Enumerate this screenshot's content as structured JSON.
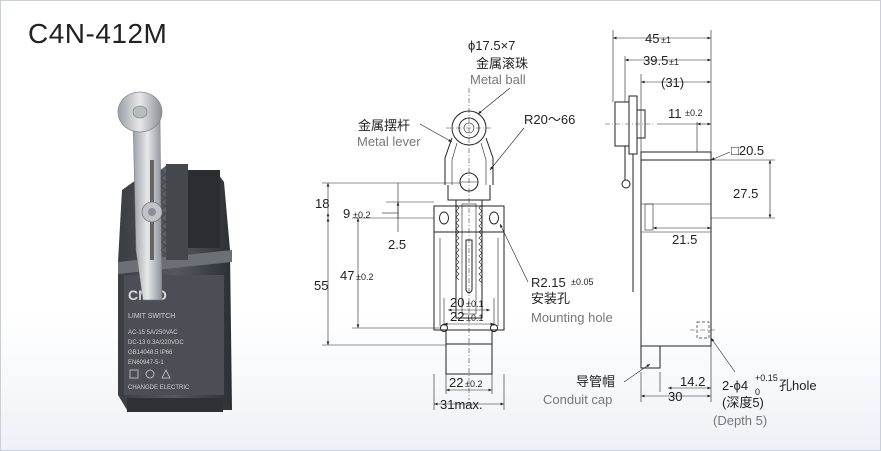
{
  "model": "C4N-412M",
  "photo": {
    "brand": "CNTD",
    "label_lines": [
      "LIMIT SWITCH",
      "AC-15 5A/250VAC",
      "DC-13 0.3A/220VDC",
      "GB14048.5 IP66",
      "EN60947-5-1"
    ],
    "maker": "CHANGDE ELECTRIC"
  },
  "front_view": {
    "ball_cn": "金属滚珠",
    "ball_en": "Metal ball",
    "ball_dim": "ϕ17.5×7",
    "lever_cn": "金属摆杆",
    "lever_en": "Metal lever",
    "radius": "R20～66",
    "dim_18": "18",
    "dim_9": "9",
    "dim_9_tol": "±0.2",
    "dim_2_5": "2.5",
    "dim_47": "47",
    "dim_47_tol": "±0.2",
    "dim_55": "55",
    "hole_r": "R2.15",
    "hole_r_tol": "±0.05",
    "hole_cn": "安装孔",
    "hole_en": "Mounting hole",
    "dim_20": "20",
    "dim_20_tol": "±0.1",
    "dim_22a": "22",
    "dim_22a_tol": "±0.1",
    "dim_22b": "22",
    "dim_22b_tol": "±0.2",
    "dim_31": "31max."
  },
  "side_view": {
    "dim_45": "45",
    "dim_45_tol": "±1",
    "dim_39_5": "39.5",
    "dim_39_5_tol": "±1",
    "dim_31": "(31)",
    "dim_11": "11",
    "dim_11_tol": "±0.2",
    "dim_sq": "□20.5",
    "dim_27_5": "27.5",
    "dim_21_5": "21.5",
    "cap_cn": "导管帽",
    "cap_en": "Conduit cap",
    "dim_14_2": "14.2",
    "dim_30": "30",
    "hole_spec_a": "2-ϕ4",
    "hole_spec_sup": "+0.15",
    "hole_spec_sub": "0",
    "hole_spec_b": "孔hole",
    "depth_cn": "(深度5)",
    "depth_en": "(Depth 5)"
  }
}
